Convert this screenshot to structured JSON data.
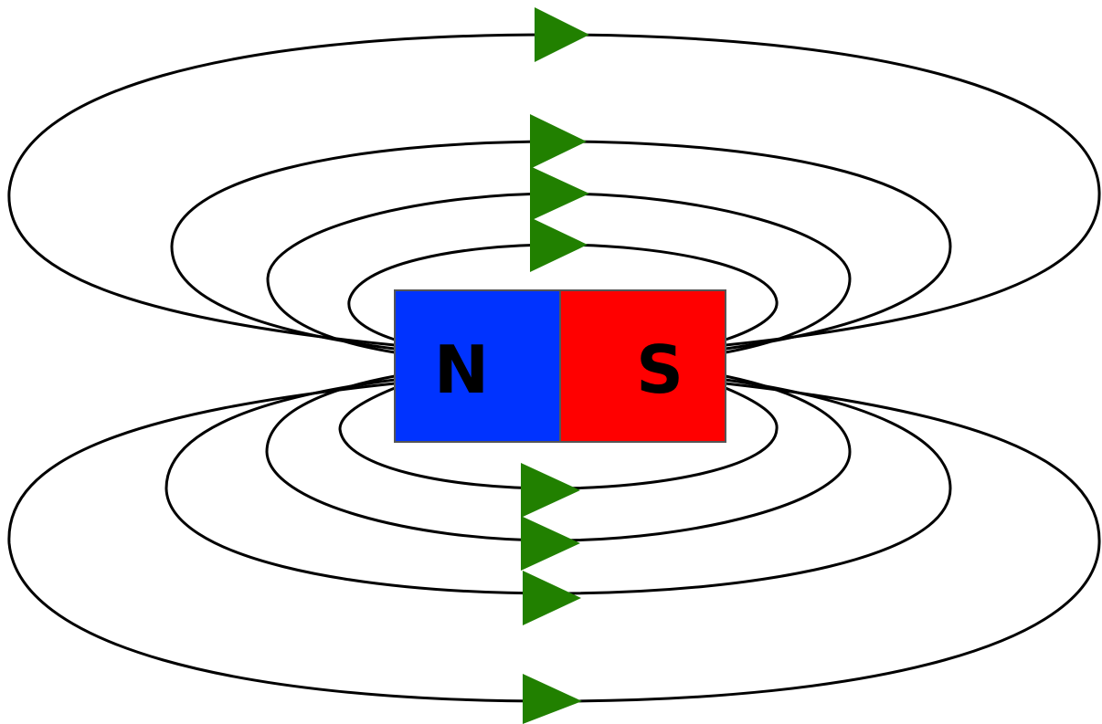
{
  "colors": {
    "north_pole": "#0033ff",
    "south_pole": "#ff0000",
    "field_lines": "#000000",
    "arrows": "#218000",
    "background": "#ffffff"
  },
  "magnet": {
    "north_label": "N",
    "south_label": "S"
  },
  "field_lines": {
    "upper_count": 4,
    "lower_count": 4,
    "arrow_direction": "right"
  }
}
